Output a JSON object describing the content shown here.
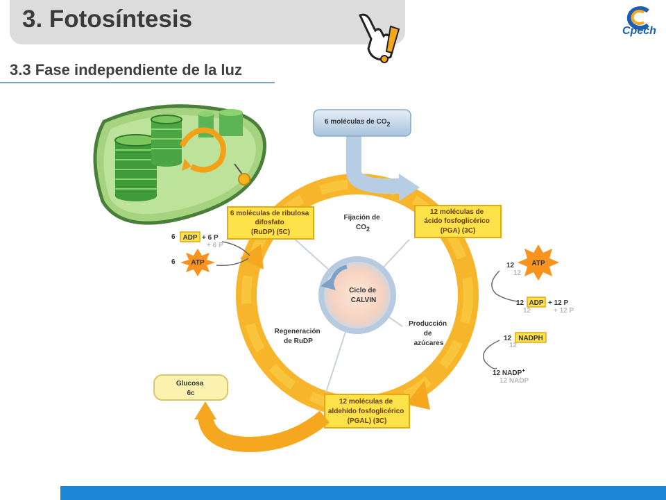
{
  "header": {
    "title": "3. Fotosíntesis",
    "subtitle": "3.3 Fase independiente de la luz",
    "logo_text": "Cpech"
  },
  "colors": {
    "cycle_orange": "#f4a11a",
    "box_yellow": "#fde24a",
    "atp_orange": "#f7931e",
    "chloroplast_green": "#9fcf7c",
    "bottom_bar": "#1e86d6"
  },
  "diagram": {
    "co2_box": "6 moléculas de CO",
    "co2_sub": "2",
    "ribulosa": [
      "6 moléculas de ribulosa",
      "difosfato",
      "(RuDP) (5C)"
    ],
    "pga": [
      "12 moléculas de",
      "ácido fosfoglicérico",
      "(PGA) (3C)"
    ],
    "pgal": [
      "12 moléculas de",
      "aldehído fosfoglicérico",
      "(PGAL) (3C)"
    ],
    "glucosa": [
      "Glucosa",
      "6c"
    ],
    "fijacion": [
      "Fijación de",
      "CO"
    ],
    "fijacion_sub": "2",
    "ciclo": [
      "Ciclo de",
      "CALVIN"
    ],
    "regeneracion": [
      "Regeneración",
      "de RuDP"
    ],
    "produccion": [
      "Producción",
      "de",
      "azúcares"
    ],
    "left_adp_count": "6",
    "left_adp": "ADP",
    "left_p": "+ 6 P",
    "left_p_shadow": "+ 6 P",
    "left_atp_count": "6",
    "left_atp": "ATP",
    "right_atp_count": "12",
    "right_atp_shadow": "12",
    "right_atp": "ATP",
    "right_adp_count": "12",
    "right_adp": "ADP",
    "right_p": "+ 12 P",
    "right_adp_shadow": "12",
    "right_p_shadow": "+ 12 P",
    "nadph_count": "12",
    "nadph": "NADPH",
    "nadph_shadow": "12",
    "nadp": "12 NADP",
    "nadp_sup": "+",
    "nadp_shadow": "12 NADP"
  }
}
